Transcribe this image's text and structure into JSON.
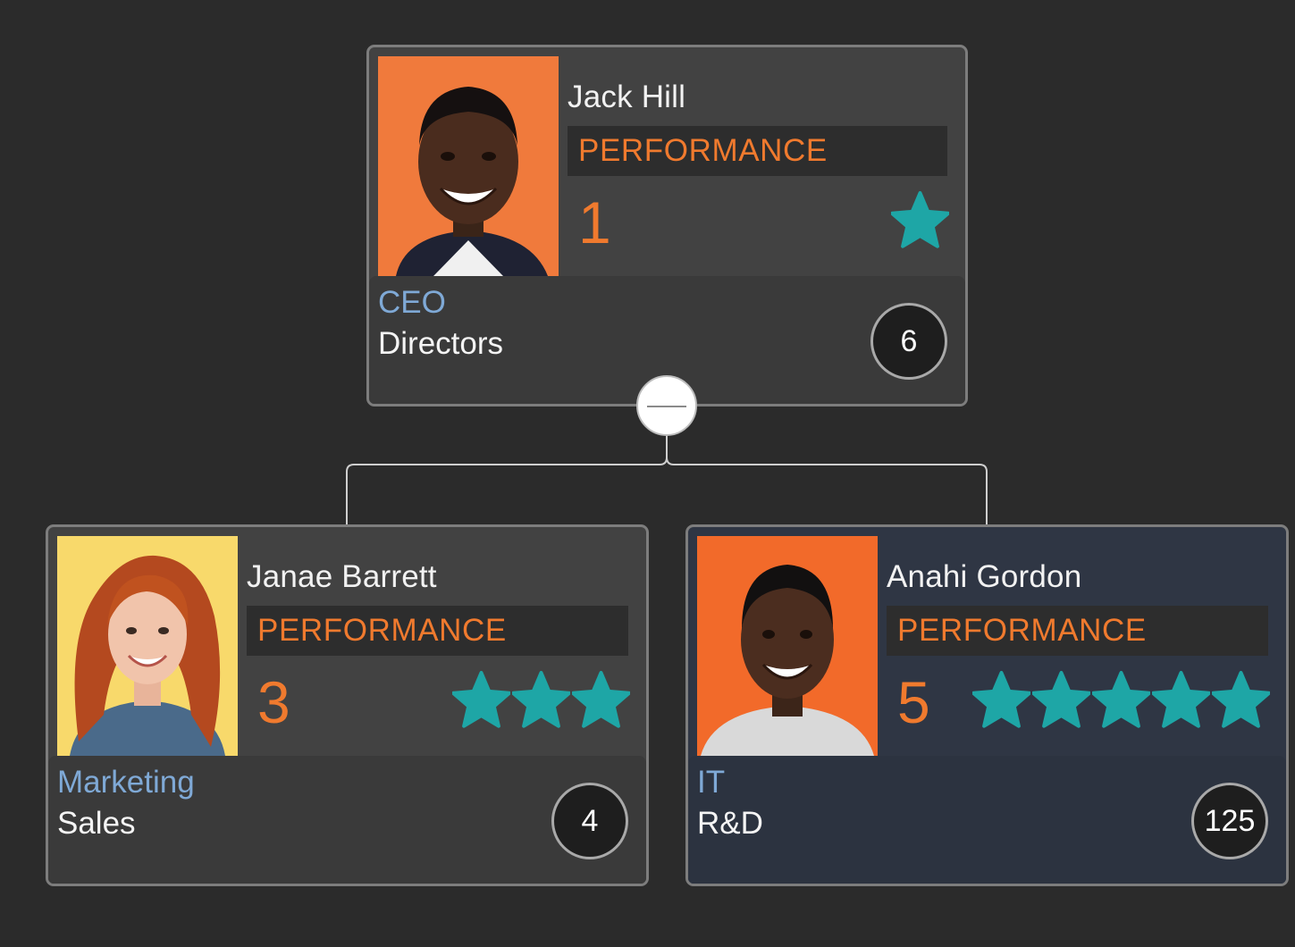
{
  "colors": {
    "background": "#2b2b2b",
    "card_background": "#424242",
    "card_selected_background": "#2f3644",
    "accent_orange": "#f07a2e",
    "title_blue": "#7fa9d6",
    "star_teal": "#1ea6a6"
  },
  "perf_label": "PERFORMANCE",
  "nodes": [
    {
      "name": "Jack Hill",
      "rating": "1",
      "stars": 1,
      "title": "CEO",
      "department": "Directors",
      "count": "6",
      "photo_bg": "#f07a3c",
      "selected": false
    },
    {
      "name": "Janae Barrett",
      "rating": "3",
      "stars": 3,
      "title": "Marketing",
      "department": "Sales",
      "count": "4",
      "photo_bg": "#f8d96b",
      "selected": false
    },
    {
      "name": "Anahi Gordon",
      "rating": "5",
      "stars": 5,
      "title": "IT",
      "department": "R&D",
      "count": "125",
      "photo_bg": "#f26a2a",
      "selected": true
    }
  ]
}
